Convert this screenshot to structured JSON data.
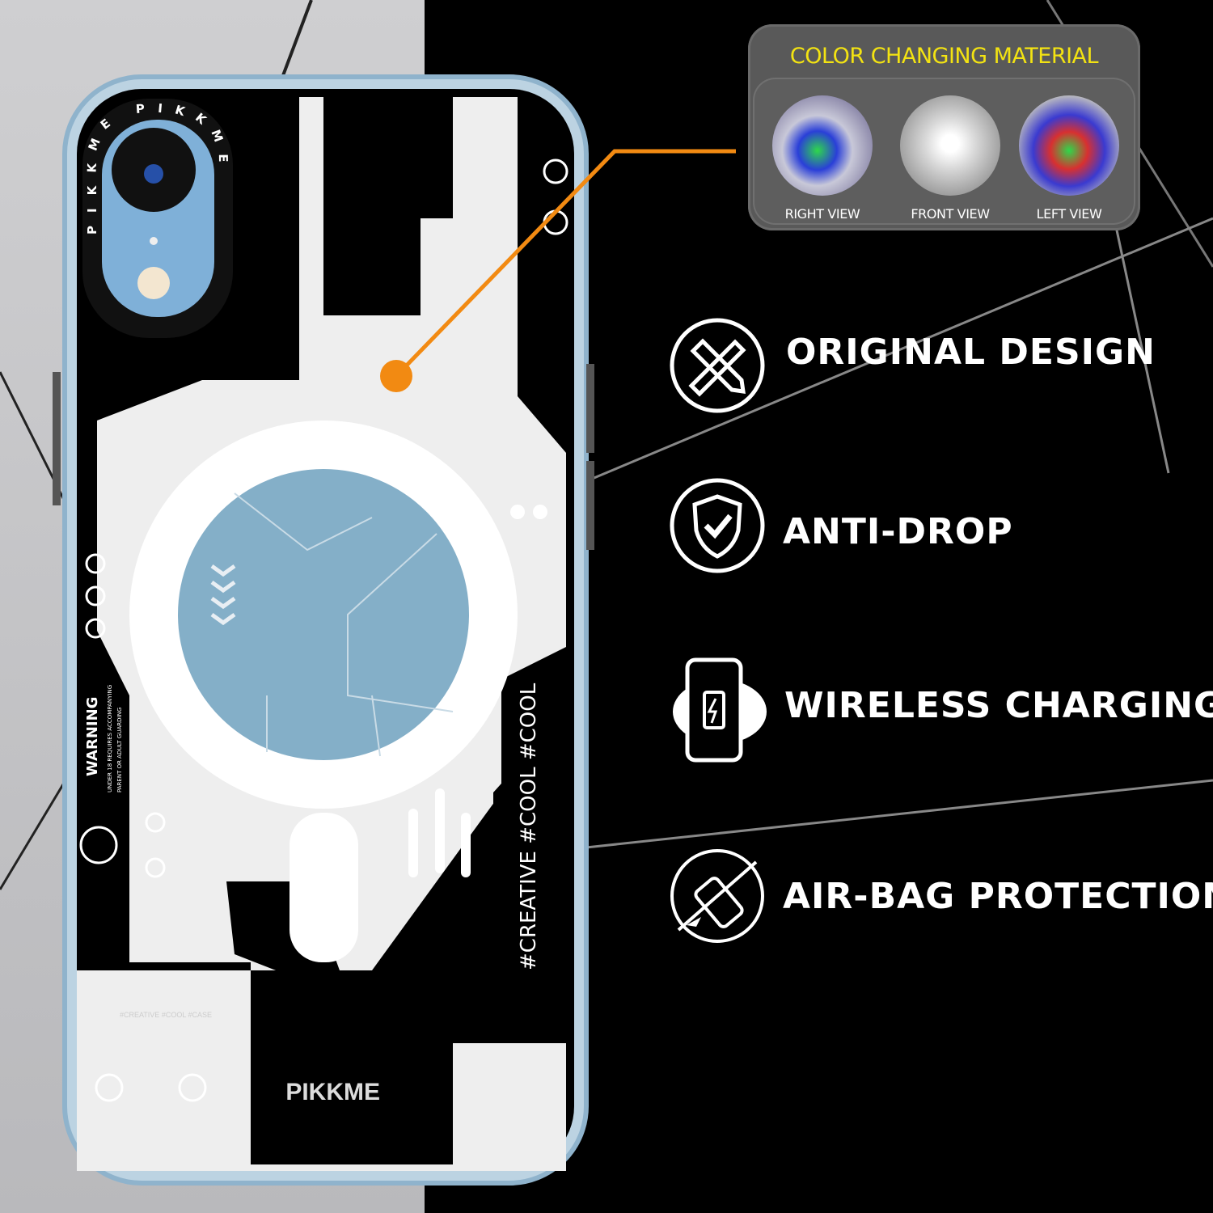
{
  "color_panel": {
    "title": "COLOR CHANGING MATERIAL",
    "views": [
      "RIGHT VIEW",
      "FRONT VIEW",
      "LEFT VIEW"
    ]
  },
  "features": [
    {
      "label": "ORIGINAL DESIGN",
      "icon": "pencil-ruler-icon"
    },
    {
      "label": "ANTI-DROP",
      "icon": "shield-check-icon"
    },
    {
      "label": "WIRELESS CHARGING",
      "icon": "phone-battery-charging-icon"
    },
    {
      "label": "AIR-BAG PROTECTION",
      "icon": "phone-drop-icon"
    }
  ],
  "phone_case": {
    "brand_ring": "PIKKME PIKKME",
    "warning_title": "WARNING",
    "warning_line1": "UNDER 18 REQUIRES ACCOMPANYING",
    "warning_line2": "PARENT OR ADULT GUARDING",
    "hashtags": "#CREATIVE #COOL #COOL",
    "brand_bottom": "PIKKME",
    "small_caption": "#CREATIVE #COOL #CASE"
  },
  "colors": {
    "accent_orange": "#f28a12",
    "title_yellow": "#f3e312",
    "magsafe_blue": "#84afc8"
  }
}
